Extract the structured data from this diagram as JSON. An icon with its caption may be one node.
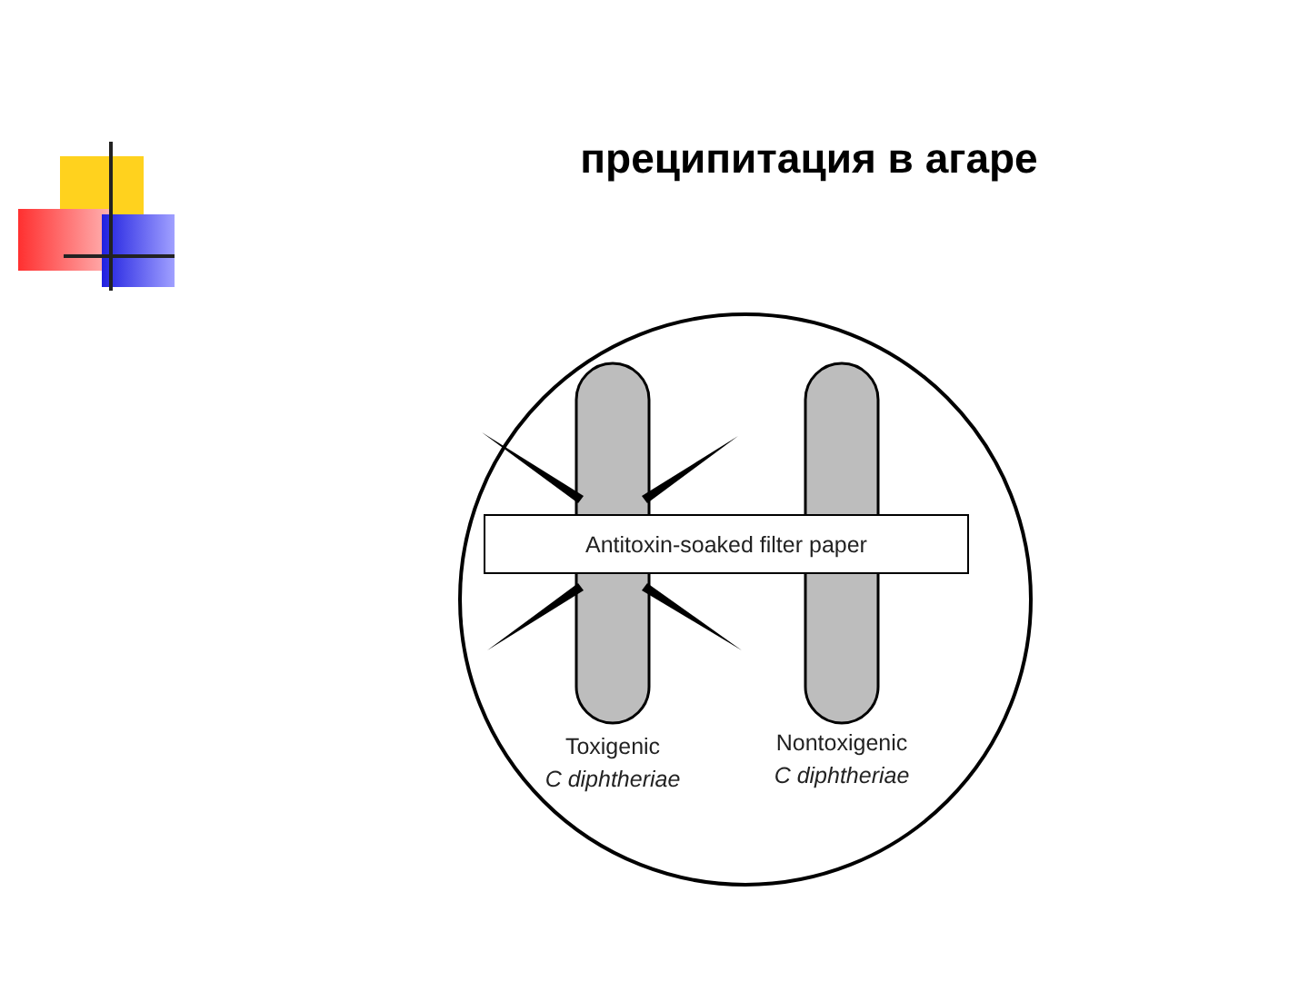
{
  "diagram": {
    "title": "преципитация в агаре",
    "nodes": [
      {
        "text": [
          "Antitoxin-soaked filter paper"
        ]
      }
    ],
    "edges": [],
    "labels": [
      "Toxigenic *C diphtheriae*",
      "Nontoxigenic *C diphtheriae*"
    ]
  }
}
